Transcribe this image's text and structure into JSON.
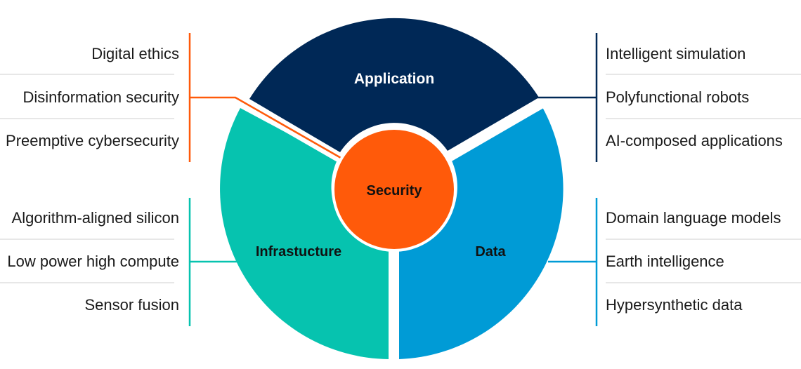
{
  "segments": {
    "application": {
      "label": "Application",
      "color": "#002856"
    },
    "infrastructure": {
      "label": "Infrastucture",
      "color": "#06C3AF"
    },
    "data": {
      "label": "Data",
      "color": "#009BD6"
    },
    "security": {
      "label": "Security",
      "color": "#FF5A0A"
    }
  },
  "lists": {
    "security_items": [
      "Digital ethics",
      "Disinformation security",
      "Preemptive cybersecurity"
    ],
    "infrastructure_items": [
      "Algorithm-aligned silicon",
      "Low power high compute",
      "Sensor fusion"
    ],
    "application_items": [
      "Intelligent simulation",
      "Polyfunctional robots",
      "AI-composed applications"
    ],
    "data_items": [
      "Domain language models",
      "Earth intelligence",
      "Hypersynthetic data"
    ]
  },
  "colors": {
    "divider": "#cfcfcf",
    "text": "#1a1a1a"
  }
}
